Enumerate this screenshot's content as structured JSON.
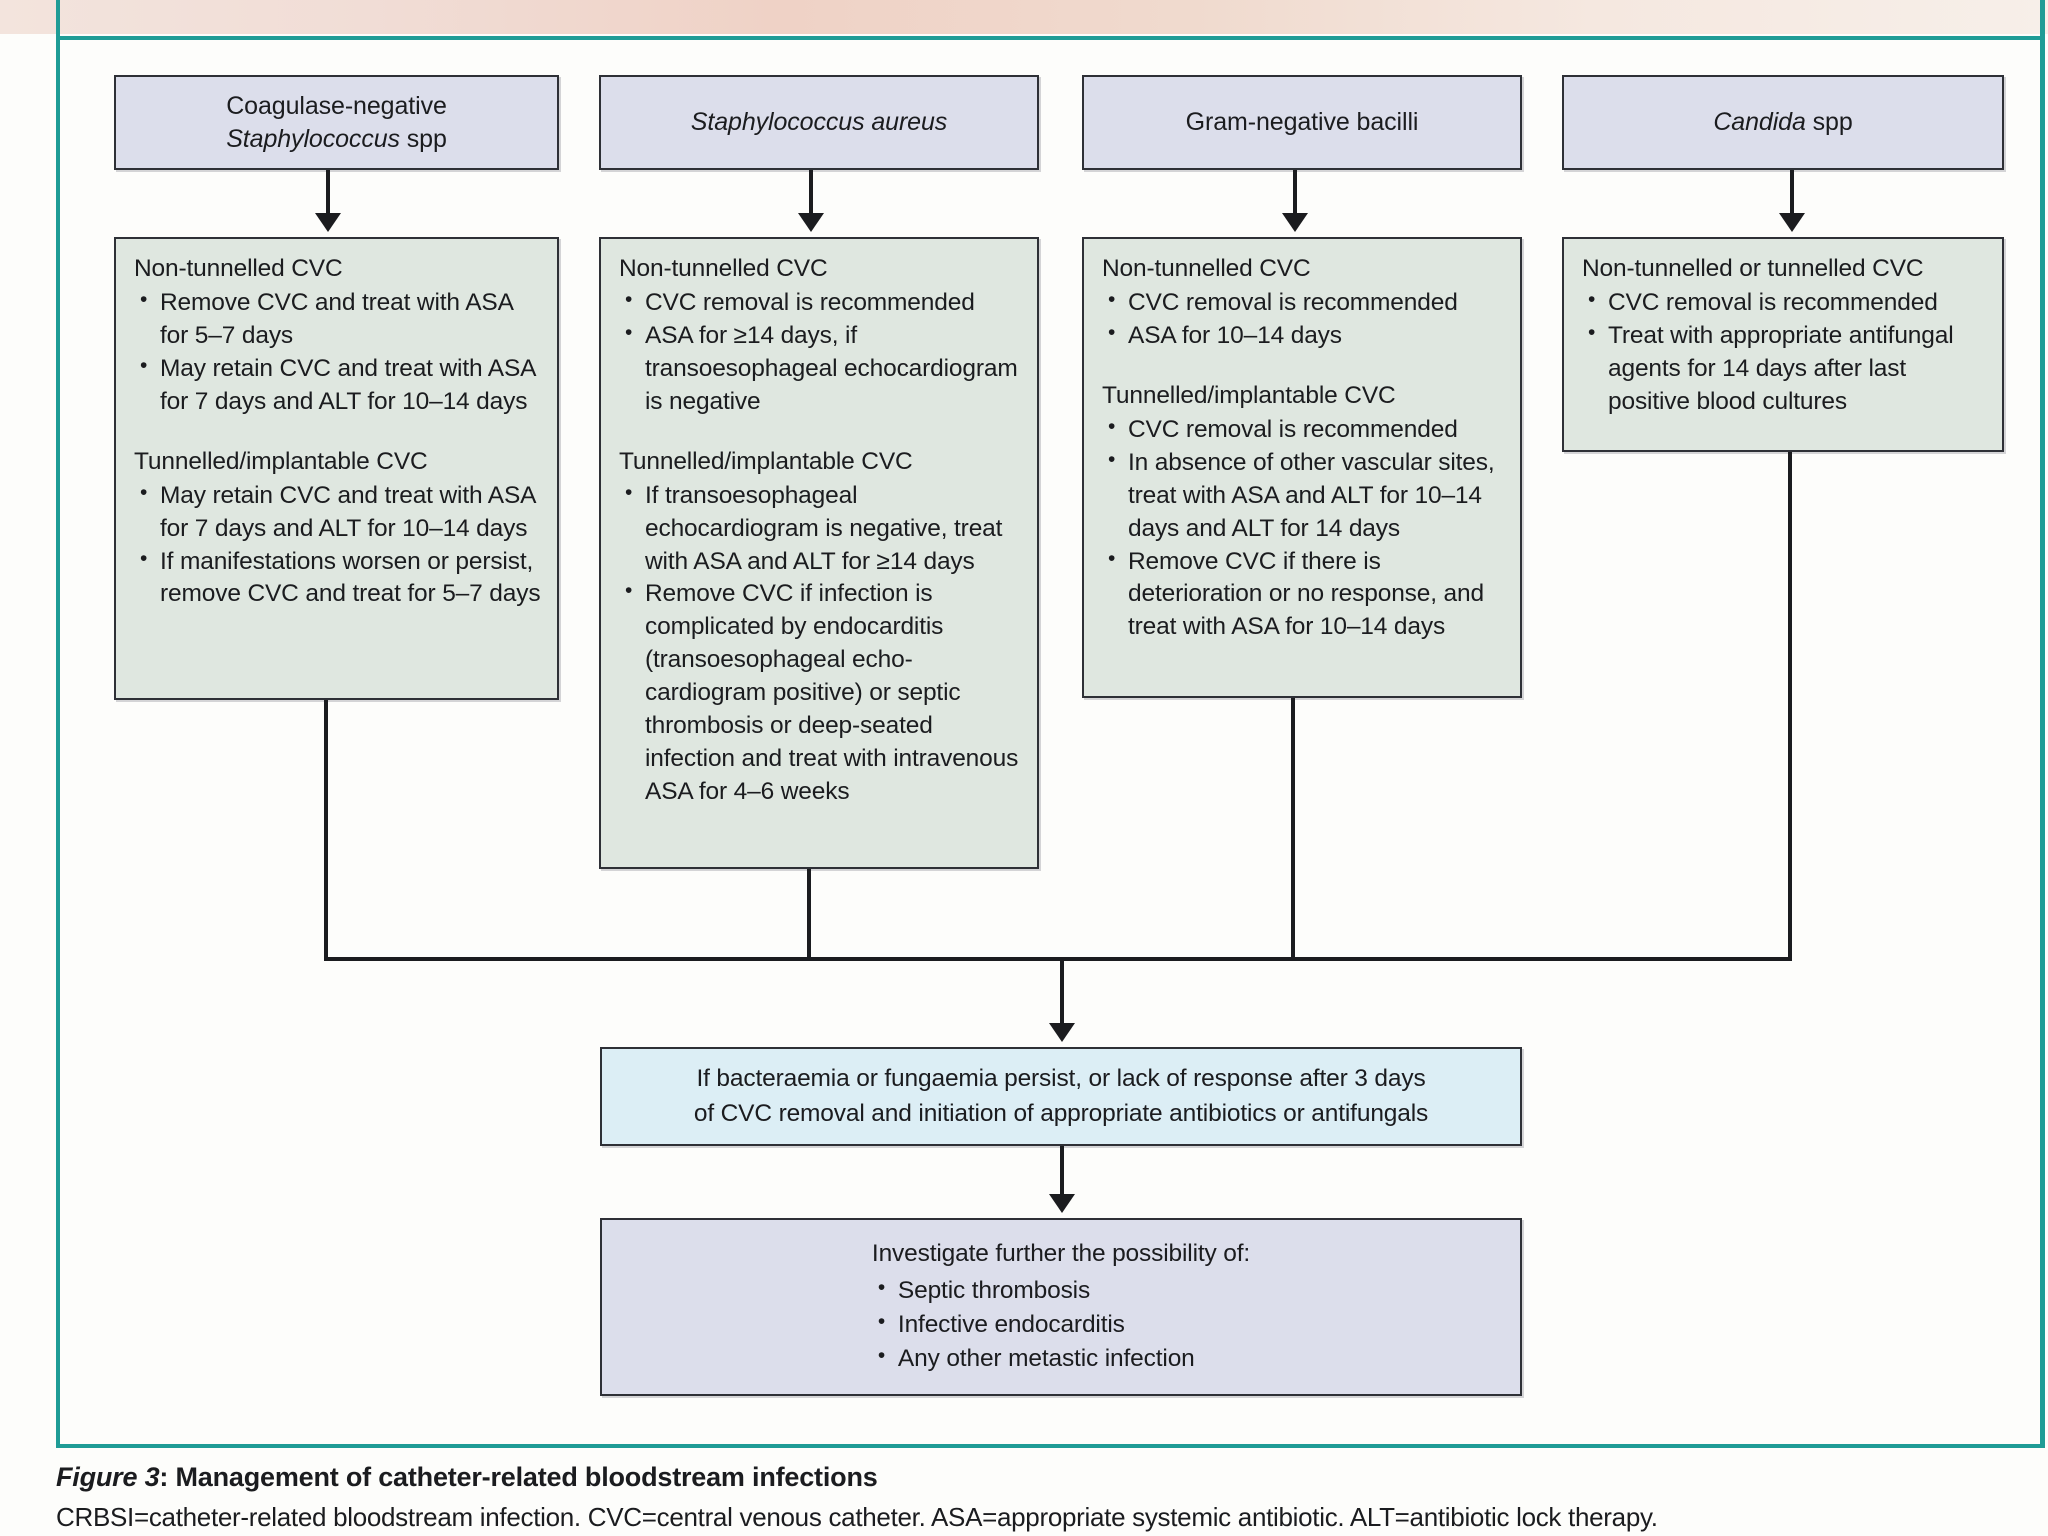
{
  "figure": {
    "caption_label": "Figure 3",
    "caption_title": ": Management of catheter-related bloodstream infections",
    "caption_abbrev": "CRBSI=catheter-related bloodstream infection. CVC=central venous catheter. ASA=appropriate systemic antibiotic. ALT=antibiotic lock therapy."
  },
  "colors": {
    "header_box": "#dcdeeb",
    "treatment_box": "#dfe7e0",
    "decision_box": "#dceef5",
    "final_box": "#dcdeeb",
    "border": "#2e3036",
    "rule_teal": "#1f9c96",
    "connector": "#1b1c1f"
  },
  "columns": [
    {
      "id": "coagulase-negative-staphylococcus",
      "header_line1": "Coagulase-negative",
      "header_line2": "Staphylococcus spp",
      "header_line2_italic": "Staphylococcus",
      "header_line2_plain": " spp",
      "sections": [
        {
          "heading": "Non-tunnelled CVC",
          "bullets": [
            "Remove CVC and treat with ASA for 5–7 days",
            "May retain CVC and treat with ASA for 7 days and ALT for 10–14 days"
          ]
        },
        {
          "heading": "Tunnelled/implantable CVC",
          "bullets": [
            "May retain CVC and treat with ASA for 7 days and ALT for 10–14 days",
            "If manifestations worsen or persist, remove CVC and treat for 5–7 days"
          ]
        }
      ]
    },
    {
      "id": "staphylococcus-aureus",
      "header_line1": "",
      "header_line2": "Staphylococcus aureus",
      "header_line2_italic": "Staphylococcus aureus",
      "header_line2_plain": "",
      "sections": [
        {
          "heading": "Non-tunnelled CVC",
          "bullets": [
            "CVC removal is recommended",
            "ASA for ≥14 days, if transoesophageal echocardiogram is negative"
          ]
        },
        {
          "heading": "Tunnelled/implantable CVC",
          "bullets": [
            "If transoesophageal echocardiogram is negative, treat with ASA and ALT for ≥14 days",
            "Remove CVC if infection is complicated by endocarditis (transoesophageal echo-cardiogram positive) or septic thrombosis or deep-seated infection and treat with intravenous ASA for 4–6 weeks"
          ]
        }
      ]
    },
    {
      "id": "gram-negative-bacilli",
      "header_line1": "",
      "header_line2": "Gram-negative bacilli",
      "header_line2_italic": "",
      "header_line2_plain": "Gram-negative bacilli",
      "sections": [
        {
          "heading": "Non-tunnelled CVC",
          "bullets": [
            "CVC removal is recommended",
            "ASA for 10–14 days"
          ]
        },
        {
          "heading": "Tunnelled/implantable CVC",
          "bullets": [
            "CVC removal is recommended",
            "In absence of other vascular sites, treat with ASA and ALT for 10–14 days and ALT for 14 days",
            "Remove CVC if there is deterioration or no response, and treat with ASA for 10–14 days"
          ]
        }
      ]
    },
    {
      "id": "candida-spp",
      "header_line1": "",
      "header_line2": "Candida spp",
      "header_line2_italic": "Candida",
      "header_line2_plain": " spp",
      "sections": [
        {
          "heading": "Non-tunnelled or tunnelled CVC",
          "bullets": [
            "CVC removal is recommended",
            "Treat with appropriate antifungal agents for 14 days after last positive blood cultures"
          ]
        }
      ]
    }
  ],
  "decision_box": {
    "line1": "If bacteraemia or fungaemia persist, or lack of response after 3 days",
    "line2": "of CVC removal and initiation of appropriate antibiotics or antifungals"
  },
  "final_box": {
    "title": "Investigate further the possibility of:",
    "bullets": [
      "Septic thrombosis",
      "Infective endocarditis",
      "Any other metastic infection"
    ]
  }
}
